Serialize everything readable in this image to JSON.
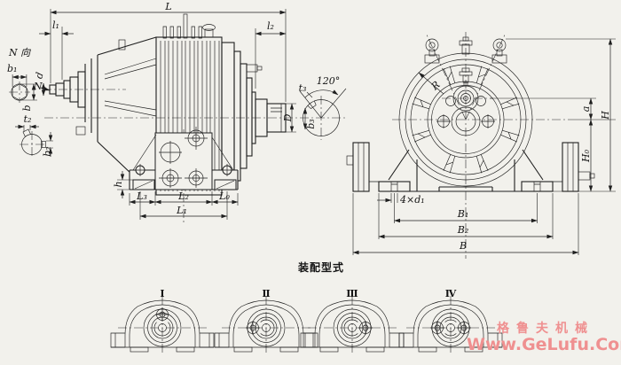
{
  "drawing": {
    "paper_color": "#f2f1ec",
    "ink_color": "#1f1f1f",
    "labels": {
      "L": "L",
      "l1": "l₁",
      "l2": "l₂",
      "view_n": "N 向",
      "b1": "b₁",
      "d": "d",
      "N": "N",
      "b": "b",
      "t2": "t₂",
      "b2": "b₂",
      "D": "D",
      "t3": "t₃",
      "b3": "b₃",
      "angle": "120°",
      "h": "h",
      "L3": "L₃",
      "L2": "L₂",
      "L0": "L₀",
      "L1": "L₁",
      "R": "R",
      "a": "a",
      "H": "H",
      "H0": "H₀",
      "d1": "4×d₁",
      "B1": "B₁",
      "B2": "B₂",
      "B": "B"
    },
    "assembly": {
      "title": "装配型式",
      "types": [
        {
          "label": "Ⅰ",
          "input_position": "top"
        },
        {
          "label": "Ⅱ",
          "input_position": "left"
        },
        {
          "label": "Ⅲ",
          "input_position": "right"
        },
        {
          "label": "Ⅳ",
          "input_position": "left-and-right"
        }
      ]
    },
    "watermark": {
      "brand": "格鲁夫机械",
      "url": "Www.GeLufu.Com",
      "color": "#ef9090"
    }
  }
}
